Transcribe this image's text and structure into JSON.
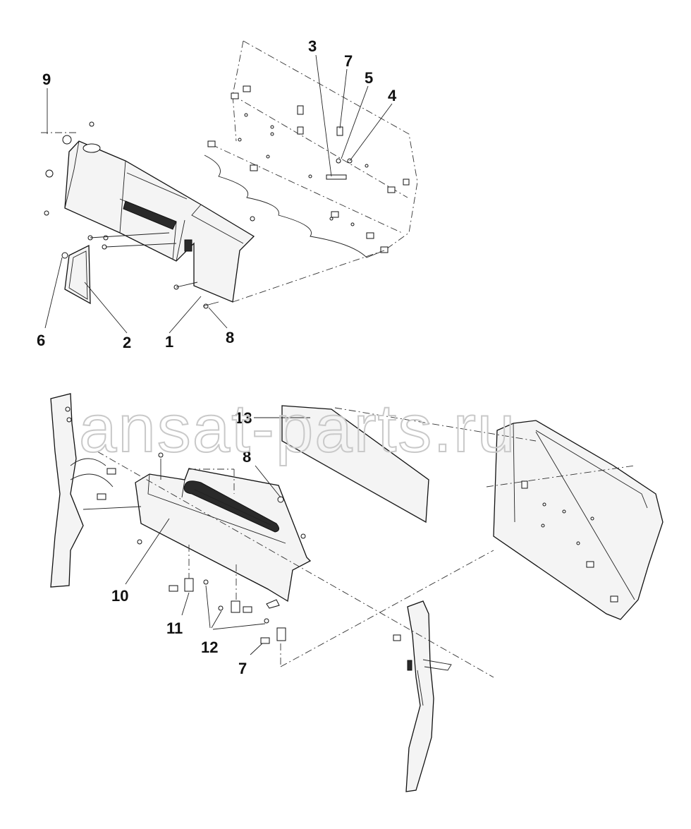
{
  "watermark": "ansat-parts.ru",
  "callouts_top": [
    {
      "id": "c9",
      "label": "9"
    },
    {
      "id": "c3",
      "label": "3"
    },
    {
      "id": "c7a",
      "label": "7"
    },
    {
      "id": "c5",
      "label": "5"
    },
    {
      "id": "c4",
      "label": "4"
    },
    {
      "id": "c6",
      "label": "6"
    },
    {
      "id": "c2",
      "label": "2"
    },
    {
      "id": "c1",
      "label": "1"
    },
    {
      "id": "c8a",
      "label": "8"
    }
  ],
  "callouts_bottom": [
    {
      "id": "c13",
      "label": "13"
    },
    {
      "id": "c8b",
      "label": "8"
    },
    {
      "id": "c10",
      "label": "10"
    },
    {
      "id": "c11",
      "label": "11"
    },
    {
      "id": "c12",
      "label": "12"
    },
    {
      "id": "c7b",
      "label": "7"
    }
  ]
}
